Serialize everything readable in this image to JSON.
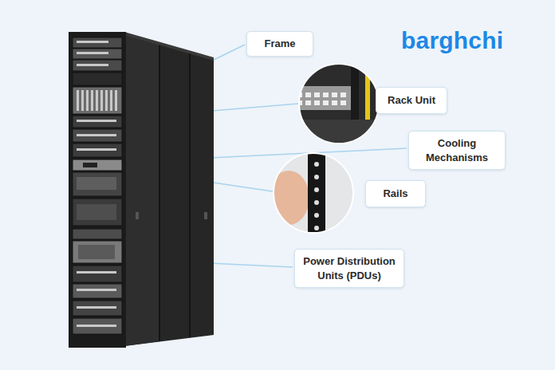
{
  "diagram": {
    "nodes": [
      {
        "text": [
          "Frame"
        ]
      },
      {
        "text": [
          "Rack Unit"
        ]
      },
      {
        "text": [
          "Cooling Mechanisms"
        ]
      },
      {
        "text": [
          "Rails"
        ]
      },
      {
        "text": [
          "Power Distribution Units (PDUs)"
        ]
      }
    ],
    "labels": [
      "barghchi"
    ]
  }
}
